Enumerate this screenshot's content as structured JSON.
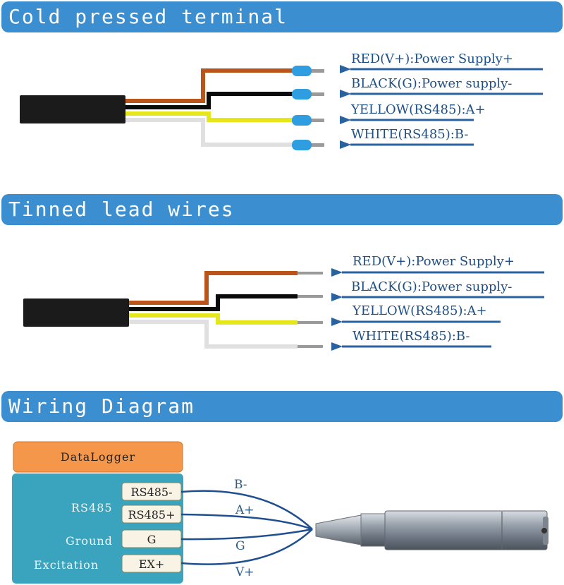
{
  "sections": {
    "cold_pressed": {
      "title": "Cold pressed terminal"
    },
    "tinned": {
      "title": "Tinned lead wires"
    },
    "wiring": {
      "title": "Wiring Diagram"
    }
  },
  "wire_labels": {
    "red": "RED(V+):Power Supply+",
    "black": "BLACK(G):Power supply-",
    "yellow": "YELLOW(RS485):A+",
    "white": "WHITE(RS485):B-"
  },
  "datalogger": {
    "title": "DataLogger",
    "groups": {
      "rs485": "RS485",
      "ground": "Ground",
      "excitation": "Excitation"
    },
    "terminals": {
      "rs485_minus": "RS485-",
      "rs485_plus": "RS485+",
      "g": "G",
      "ex_plus": "EX+"
    }
  },
  "connections": {
    "b_minus": "B-",
    "a_plus": "A+",
    "g": "G",
    "v_plus": "V+"
  },
  "colors": {
    "banner": "#3b8fd0",
    "arrow": "#2a62a0",
    "label_text": "#1e4f86",
    "wire_brown": "#b9541a",
    "wire_black": "#0a0a0a",
    "wire_yellow": "#e6e61c",
    "wire_white": "#e0e0e0",
    "ferrule": "#2e9ee0",
    "datalogger_header": "#f5974a",
    "datalogger_body": "#3aa3bd"
  }
}
